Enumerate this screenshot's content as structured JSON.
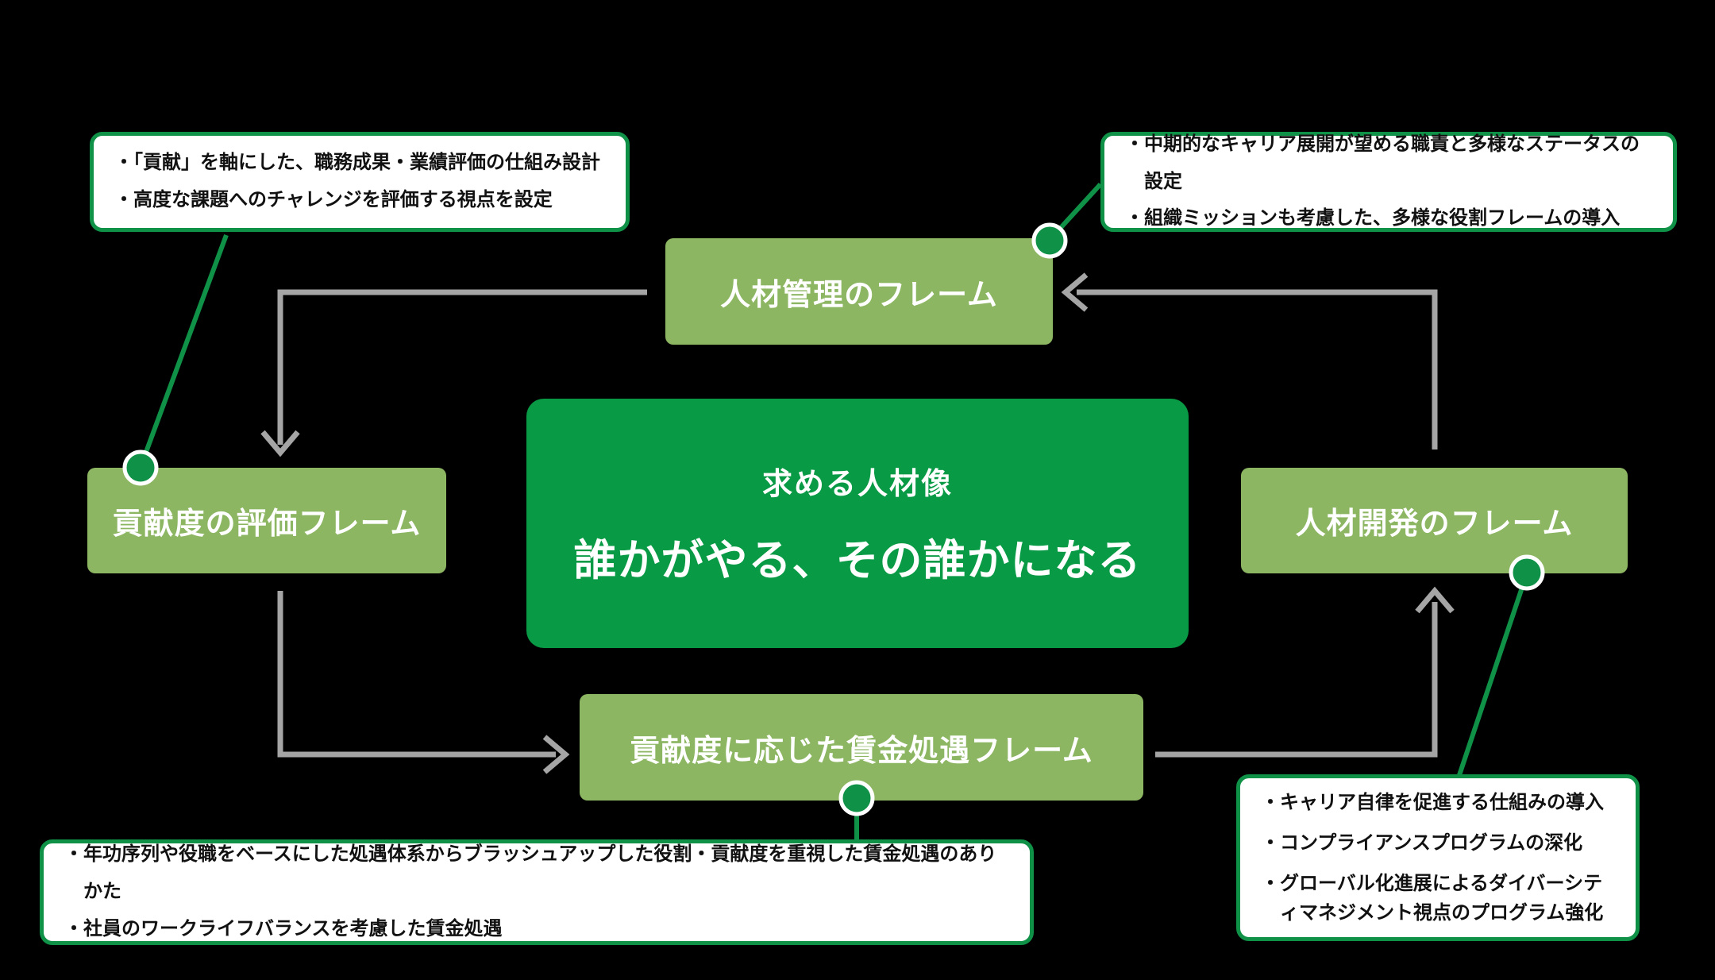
{
  "diagram": {
    "center": {
      "subtitle": "求める人材像",
      "title": "誰かがやる、その誰かになる"
    },
    "frames": {
      "management": {
        "label": "人材管理のフレーム"
      },
      "evaluation": {
        "label": "貢献度の評価フレーム"
      },
      "development": {
        "label": "人材開発のフレーム"
      },
      "wage": {
        "label": "貢献度に応じた賃金処遇フレーム"
      }
    },
    "callouts": {
      "evaluation": {
        "items": [
          "・「貢献」を軸にした、職務成果・業績評価の仕組み設計",
          "・高度な課題へのチャレンジを評価する視点を設定"
        ]
      },
      "management": {
        "items": [
          "・中期的なキャリア展開が望める職責と多様なステータスの設定",
          "・組織ミッションも考慮した、多様な役割フレームの導入"
        ]
      },
      "wage": {
        "items": [
          "・年功序列や役職をベースにした処遇体系からブラッシュアップした役割・貢献度を重視した賃金処遇のありかた",
          "・社員のワークライフバランスを考慮した賃金処遇"
        ]
      },
      "development": {
        "items": [
          "・キャリア自律を促進する仕組みの導入",
          "・コンプライアンスプログラムの深化",
          "・グローバル化進展によるダイバーシティマネジメント視点のプログラム強化"
        ]
      }
    },
    "colors": {
      "background": "#000000",
      "frame_light_green": "#8DB663",
      "center_dark_green": "#089A45",
      "accent_green": "#0F9147",
      "arrow_gray": "#A5A5A5",
      "callout_background": "#FFFFFF",
      "callout_text": "#111111",
      "frame_text": "#FFFFFF"
    }
  }
}
